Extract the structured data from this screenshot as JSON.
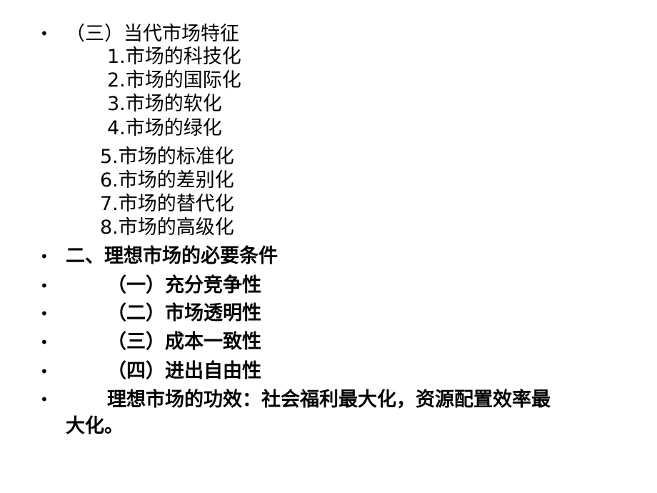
{
  "slide": {
    "section3": "（三）当代市场特征",
    "features": [
      "1.市场的科技化",
      "2.市场的国际化",
      "3.市场的软化",
      "4.市场的绿化",
      "5.市场的标准化",
      "6.市场的差别化",
      "7.市场的替代化",
      "8.市场的高级化"
    ],
    "conditions_title": "二、理想市场的必要条件",
    "conditions": [
      "（一）充分竞争性",
      "（二）市场透明性",
      "（三）成本一致性",
      "（四）进出自由性"
    ],
    "effect_line1": "理想市场的功效：社会福利最大化，资源配置效率最",
    "effect_line2": "大化。",
    "bullet_glyph": "•"
  }
}
